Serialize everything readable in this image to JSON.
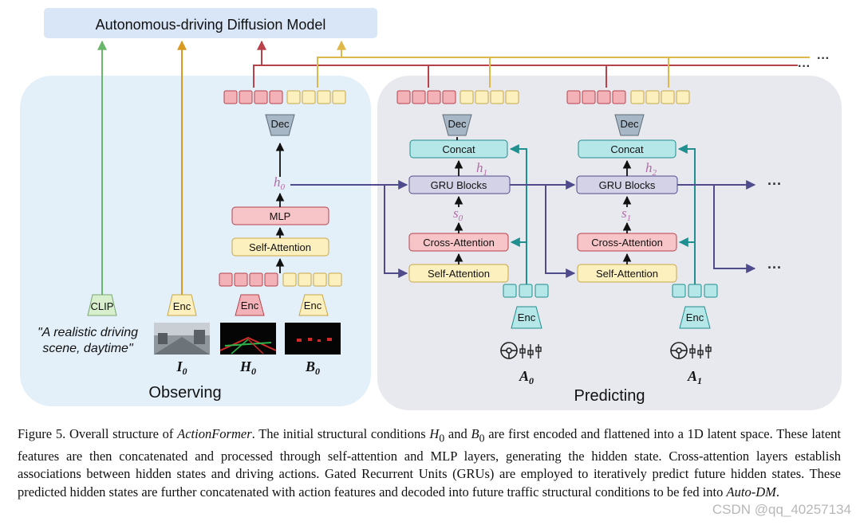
{
  "title": "Autonomous-driving Diffusion Model",
  "panels": {
    "observing": "Observing",
    "predicting": "Predicting"
  },
  "blocks": {
    "dec": "Dec",
    "enc": "Enc",
    "clip": "CLIP",
    "mlp": "MLP",
    "self_attention": "Self-Attention",
    "cross_attention": "Cross-Attention",
    "gru": "GRU Blocks",
    "concat": "Concat"
  },
  "symbols": {
    "h0": "h",
    "h0_sub": "0",
    "h1": "h",
    "h1_sub": "1",
    "h2": "h",
    "h2_sub": "2",
    "s0": "s",
    "s0_sub": "0",
    "s1": "s",
    "s1_sub": "1",
    "I0": "I",
    "I0_sub": "0",
    "H0": "H",
    "H0_sub": "0",
    "B0": "B",
    "B0_sub": "0",
    "A0": "A",
    "A0_sub": "0",
    "A1": "A",
    "A1_sub": "1"
  },
  "prompt_line1": "\"A realistic driving",
  "prompt_line2": "scene, daytime\"",
  "ellipsis": "···",
  "caption": {
    "p1": "Figure 5.  Overall structure of ",
    "name": "ActionFormer",
    "p2": ". The initial structural conditions ",
    "H": "H",
    "H_sub": "0",
    "and": " and ",
    "B": "B",
    "B_sub": "0",
    "p3": " are first encoded and flattened into a 1D latent space.  These latent features are then concatenated and processed through self-attention and MLP layers, generating the hidden state. Cross-attention layers establish associations between hidden states and driving actions. Gated Recurrent Units (GRUs) are employed to iteratively predict future hidden states. These predicted hidden states are further concatenated with action features and decoded into future traffic structural conditions to be fed into ",
    "auto": "Auto-DM",
    "p4": "."
  },
  "watermark": "CSDN @qq_40257134",
  "colors": {
    "observing_bg": "#e3f0fa",
    "predicting_bg": "#e8e9ee",
    "title_bg": "#d8e6f7",
    "red_token": "#f3b2b8",
    "yellow_token": "#fdf0bf",
    "teal_token": "#b5e6e8",
    "red_line": "#b8414a",
    "yellow_line": "#e0b84a",
    "purple_line": "#4f4b8c",
    "teal_line": "#1f8f8f",
    "clip_line": "#6ab66a",
    "img_line": "#d89a20",
    "symbol": "#b46aa8"
  },
  "icons": [
    "steering-wheel-icon",
    "pedal-icon"
  ]
}
